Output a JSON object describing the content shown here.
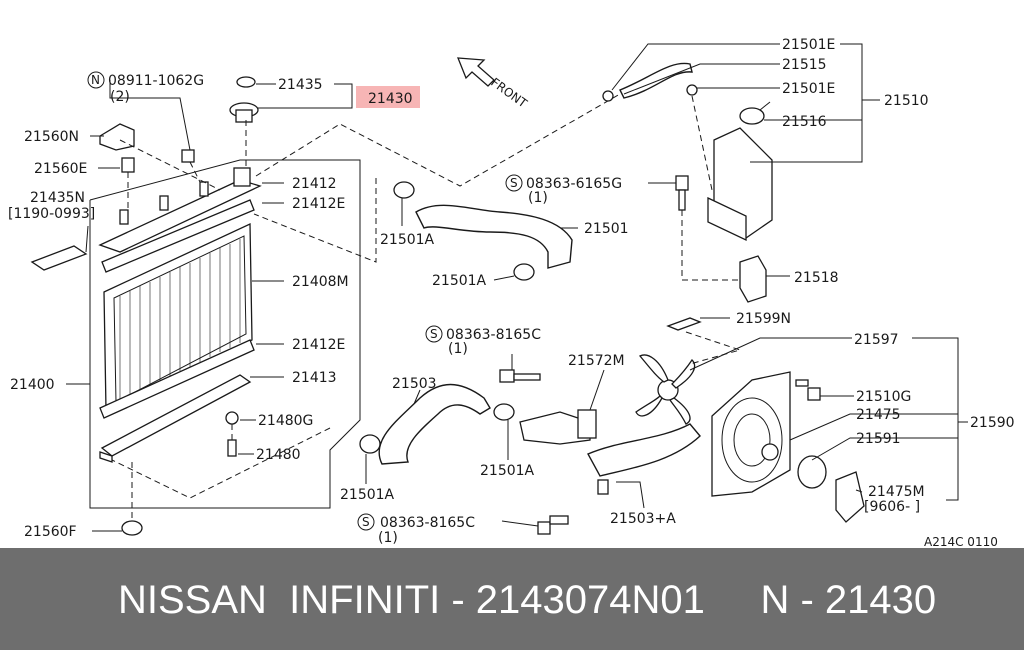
{
  "colors": {
    "highlight": "#f7b5b5",
    "banner_bg": "#6e6e6e",
    "banner_text": "#ffffff"
  },
  "front_label": "FRONT",
  "figure_code": "A214C 0110",
  "banner": "NISSAN  INFINITI - 2143074N01     N - 21430",
  "labels": {
    "n_bolt": "08911-1062G",
    "n_bolt_qty": "(2)",
    "p21435": "21435",
    "p21430": "21430",
    "p21560n": "21560N",
    "p21560e": "21560E",
    "p21435n": "21435N",
    "p21435n_range": "[1190-0993]",
    "p21412": "21412",
    "p21412e_top": "21412E",
    "p21408m": "21408M",
    "p21412e_bot": "21412E",
    "p21413": "21413",
    "p21400": "21400",
    "p21480g": "21480G",
    "p21480": "21480",
    "p21560f": "21560F",
    "p21501a_1": "21501A",
    "p21501a_2": "21501A",
    "p21501": "21501",
    "s_bolt1": "08363-6165G",
    "s_bolt1_qty": "(1)",
    "p21501e_1": "21501E",
    "p21515": "21515",
    "p21501e_2": "21501E",
    "p21510": "21510",
    "p21516": "21516",
    "p21518": "21518",
    "p21599n": "21599N",
    "p21597": "21597",
    "s_bolt2": "08363-8165C",
    "s_bolt2_qty": "(1)",
    "p21572m": "21572M",
    "p21503": "21503",
    "p21510g": "21510G",
    "p21475": "21475",
    "p21590": "21590",
    "p21591": "21591",
    "p21501a_3": "21501A",
    "p21501a_4": "21501A",
    "p21475m": "21475M",
    "p21475m_range": "[9606-    ]",
    "s_bolt3": "08363-8165C",
    "s_bolt3_qty": "(1)",
    "p21503a": "21503+A"
  }
}
